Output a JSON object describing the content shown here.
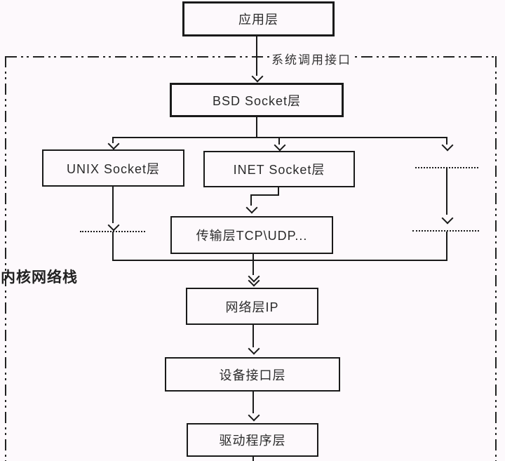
{
  "diagram": {
    "nodes": {
      "application": {
        "label": "应用层"
      },
      "bsd_socket": {
        "label": "BSD Socket层"
      },
      "unix_socket": {
        "label": "UNIX Socket层"
      },
      "inet_socket": {
        "label": "INET Socket层"
      },
      "transport": {
        "label": "传输层TCP\\UDP..."
      },
      "network": {
        "label": "网络层IP"
      },
      "device_interface": {
        "label": "设备接口层"
      },
      "driver": {
        "label": "驱动程序层"
      }
    },
    "annotations": {
      "syscall_interface": {
        "label": "系统调用接口"
      },
      "kernel_stack": {
        "label": "内核网络栈"
      }
    },
    "edges": [
      "应用层 -> BSD Socket层",
      "BSD Socket层 -> UNIX Socket层",
      "BSD Socket层 -> INET Socket层",
      "BSD Socket层 -> ...(其他)",
      "UNIX Socket层 -> ...",
      "INET Socket层 -> 传输层TCP\\UDP...",
      "...(其他) -> ...",
      "传输层TCP\\UDP... -> 网络层IP",
      "UNIX分支/右侧分支 汇合 -> 网络层IP",
      "网络层IP -> 设备接口层",
      "设备接口层 -> 驱动程序层",
      "驱动程序层 -> (下方)"
    ],
    "colors": {
      "background": "#fdf9fc",
      "line": "#1a1a1a",
      "text": "#2b2b2b"
    }
  }
}
